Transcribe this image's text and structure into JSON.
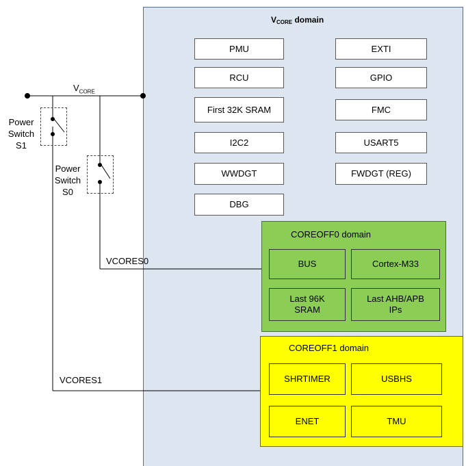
{
  "vcore_domain": {
    "title_main": "V",
    "title_sub": "CORE",
    "title_rest": " domain"
  },
  "vcore_label": {
    "main": "V",
    "sub": "CORE"
  },
  "core_blocks": {
    "pmu": "PMU",
    "exti": "EXTI",
    "rcu": "RCU",
    "gpio": "GPIO",
    "sram32k": "First 32K SRAM",
    "fmc": "FMC",
    "i2c2": "I2C2",
    "usart5": "USART5",
    "wwdgt": "WWDGT",
    "fwdgt": "FWDGT (REG)",
    "dbg": "DBG"
  },
  "coreoff0": {
    "title": "COREOFF0 domain",
    "bus": "BUS",
    "cortex": "Cortex-M33",
    "sram96k_l1": "Last 96K",
    "sram96k_l2": "SRAM",
    "ahb_l1": "Last AHB/APB",
    "ahb_l2": "IPs"
  },
  "coreoff1": {
    "title": "COREOFF1 domain",
    "shrtimer": "SHRTIMER",
    "usbhs": "USBHS",
    "enet": "ENET",
    "tmu": "TMU"
  },
  "switch_s1": {
    "l1": "Power",
    "l2": "Switch",
    "l3": "S1"
  },
  "switch_s0": {
    "l1": "Power",
    "l2": "Switch",
    "l3": "S0"
  },
  "vcores0": "VCORES0",
  "vcores1": "VCORES1",
  "colors": {
    "vcore_bg": "#dde5f0",
    "coreoff0_bg": "#8ccd55",
    "coreoff1_bg": "#ffff00"
  }
}
